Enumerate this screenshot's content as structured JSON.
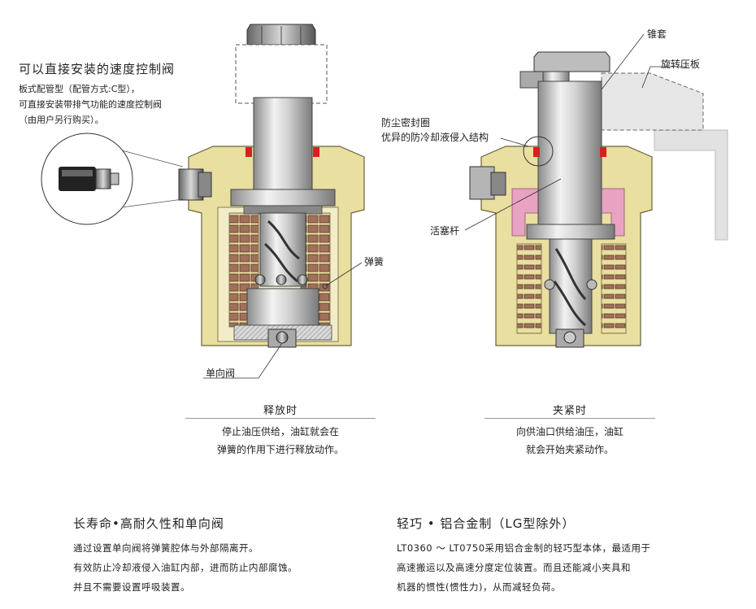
{
  "left_annot": {
    "title": "可以直接安装的速度控制阀",
    "lines": [
      "板式配管型（配管方式:C型），",
      "可直接安装带排气功能的速度控制阀",
      "（由用户另行购买）。"
    ]
  },
  "left_diagram": {
    "label_spring": "弹簧",
    "label_check_valve": "单向阀",
    "caption_title": "释放时",
    "caption_lines": [
      "停止油压供给，油缸就会在",
      "弹簧的作用下进行释放动作。"
    ]
  },
  "right_diagram": {
    "label_cone_sleeve": "锥套",
    "label_clamp_arm": "旋转压板",
    "label_seal_1": "防尘密封圈",
    "label_seal_2": "优异的防冷却液侵入结构",
    "label_piston_rod": "活塞杆",
    "caption_title": "夹紧时",
    "caption_lines": [
      "向供油口供给油压，油缸",
      "就会开始夹紧动作。"
    ]
  },
  "bottom_left": {
    "title": "长寿命•高耐久性和单向阀",
    "lines": [
      "通过设置单向阀将弹簧腔体与外部隔离开。",
      "有效防止冷却液侵入油缸内部，进而防止内部腐蚀。",
      "并且不需要设置呼吸装置。"
    ]
  },
  "bottom_right": {
    "title": "轻巧 • 铝合金制（LG型除外）",
    "lines": [
      "LT0360 ～ LT0750采用铝合金制的轻巧型本体，最适用于",
      "高速搬运以及高速分度定位装置。而且还能减小夹具和",
      "机器的惯性(惯性力)，从而减轻负荷。"
    ]
  },
  "colors": {
    "body_fill": "#e8dfa0",
    "body_stroke": "#6b6338",
    "spring_fill": "#a0705a",
    "pink_fill": "#e9a3c2",
    "seal_red": "#d62020",
    "steel": "#c9c9c9"
  }
}
